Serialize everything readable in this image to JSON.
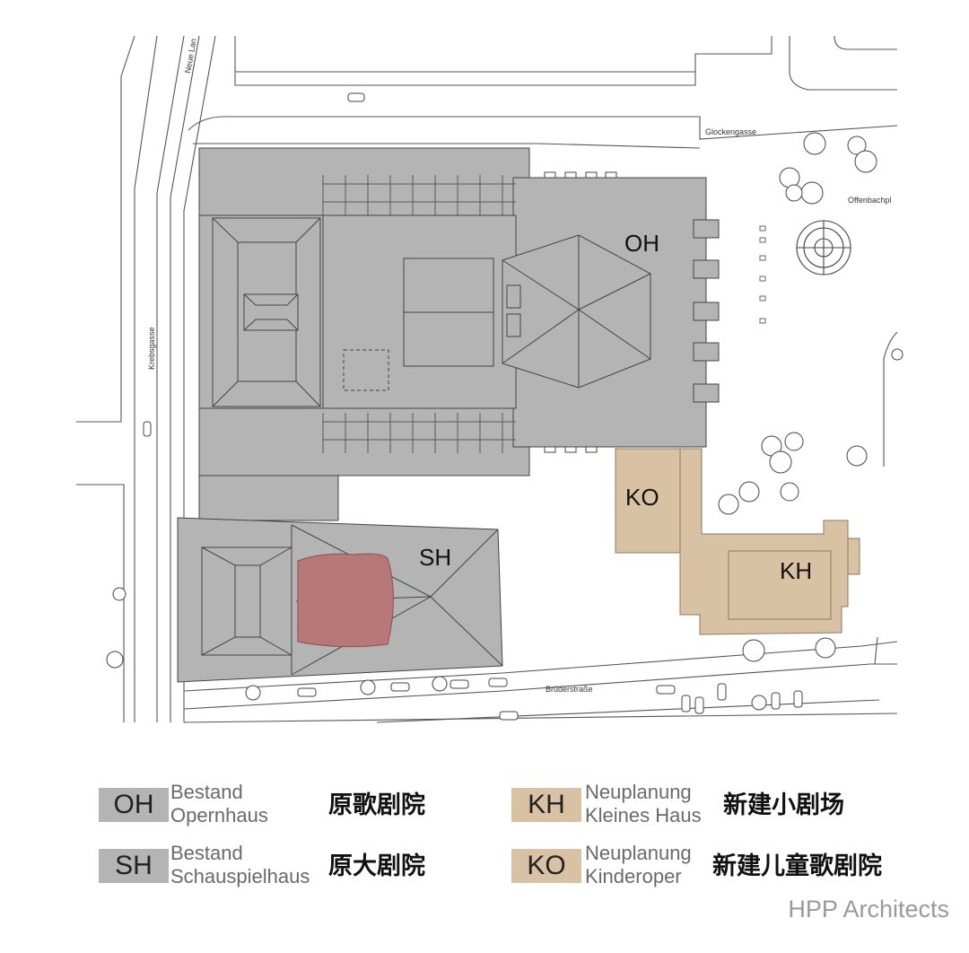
{
  "plan": {
    "street_labels": {
      "neue_lan": "Neue Lan",
      "glockengasse": "Glockengasse",
      "offenbachpl": "Offenbachpl",
      "krebsgasse": "Krebsgasse",
      "bruederstrasse": "Brüderstraße"
    },
    "building_labels": {
      "oh": "OH",
      "sh": "SH",
      "ko": "KO",
      "kh": "KH"
    },
    "colors": {
      "existing": "#b4b4b4",
      "new": "#d9c2a4",
      "stage": "#b87878",
      "line": "#444444"
    }
  },
  "legend": [
    {
      "code": "OH",
      "line1": "Bestand",
      "line2": "Opernhaus",
      "cn": "原歌剧院",
      "color": "#b4b4b4"
    },
    {
      "code": "SH",
      "line1": "Bestand",
      "line2": "Schauspielhaus",
      "cn": "原大剧院",
      "color": "#b4b4b4"
    },
    {
      "code": "KH",
      "line1": "Neuplanung",
      "line2": "Kleines Haus",
      "cn": "新建小剧场",
      "color": "#d9c2a4"
    },
    {
      "code": "KO",
      "line1": "Neuplanung",
      "line2": "Kinderoper",
      "cn": "新建儿童歌剧院",
      "color": "#d9c2a4"
    }
  ],
  "credit": "HPP Architects"
}
